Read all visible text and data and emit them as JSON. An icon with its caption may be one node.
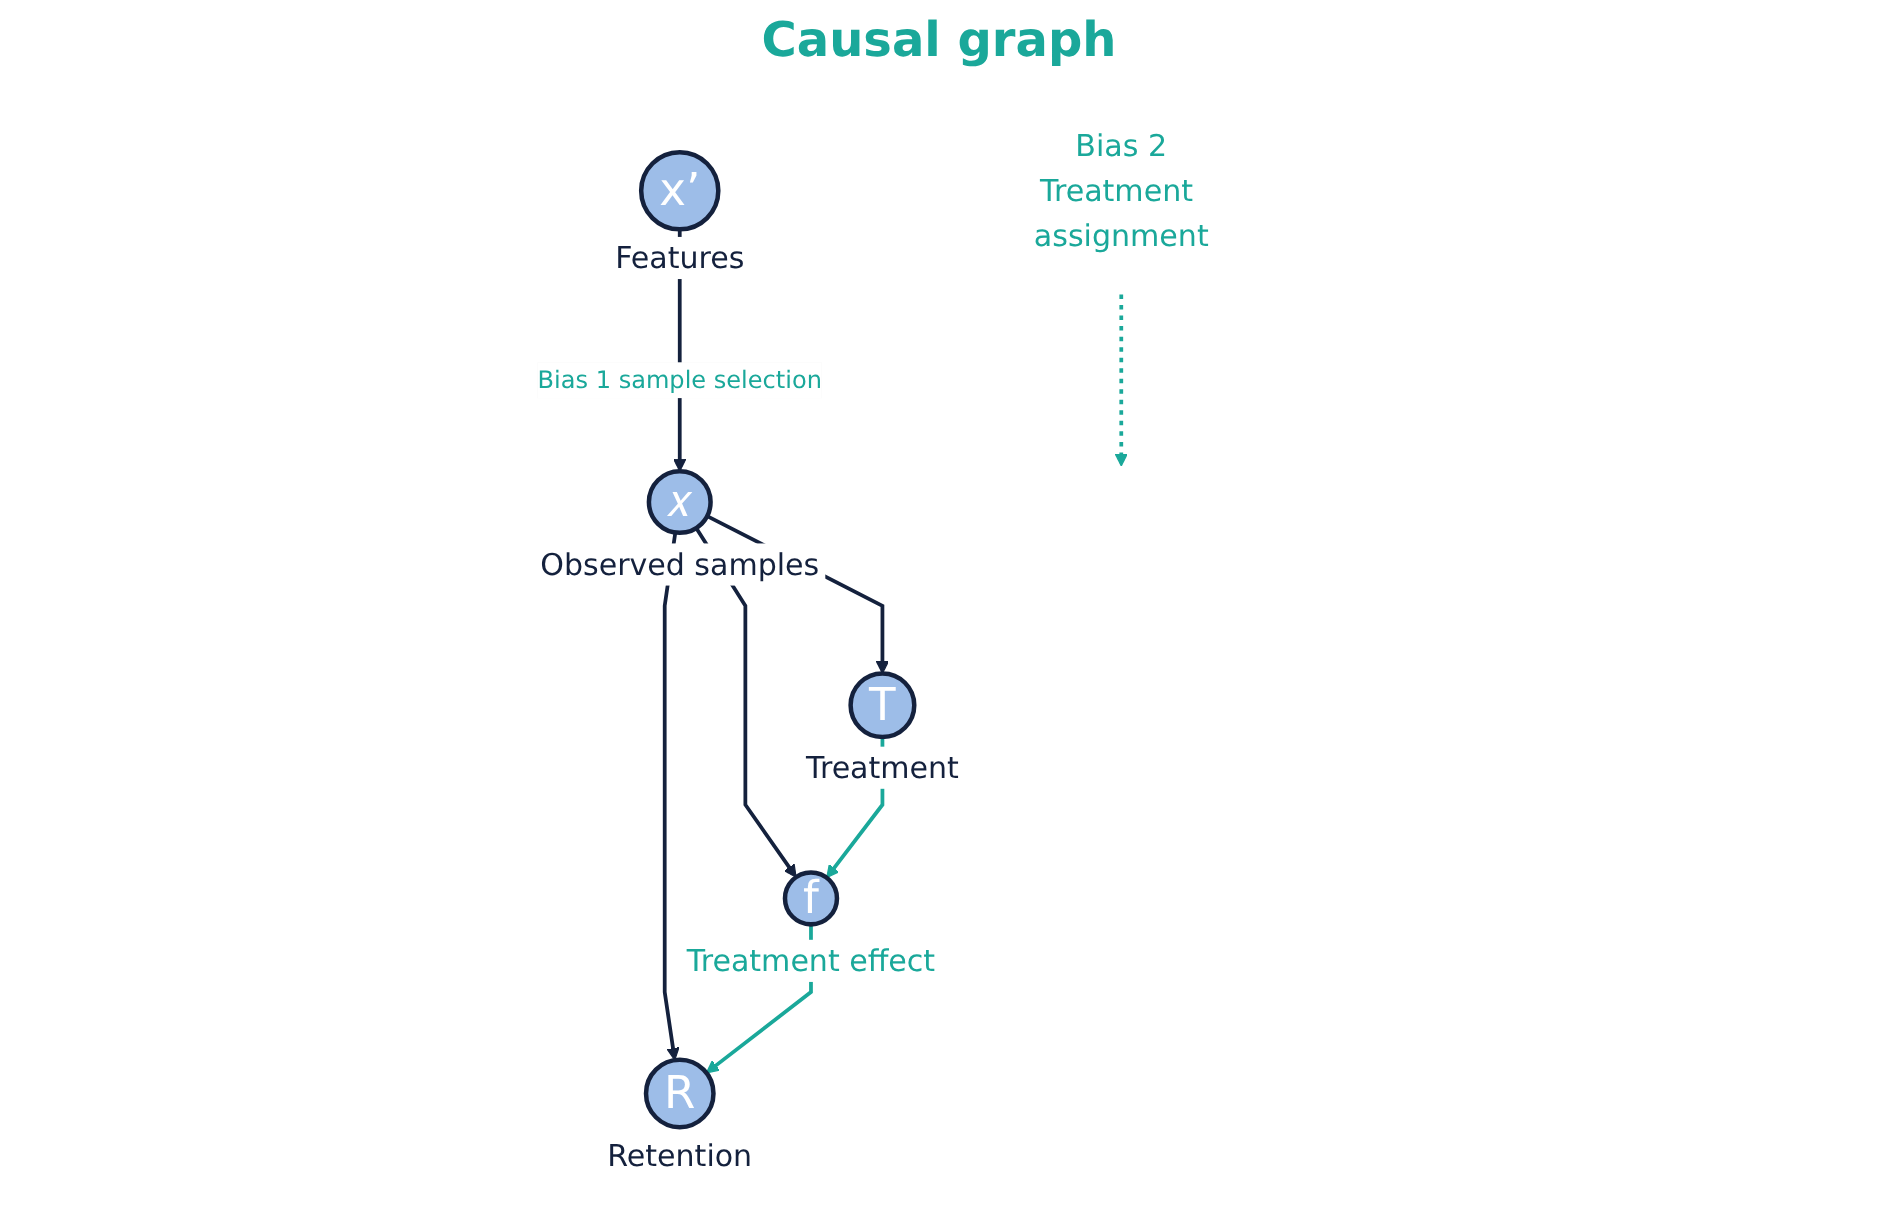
{
  "diagram": {
    "title": "Causal graph",
    "nodes": [
      {
        "text": [
          "x’"
        ],
        "beside": [
          "Features"
        ]
      },
      {
        "text": [
          "𝑥"
        ],
        "beside": [
          "Observed samples"
        ]
      },
      {
        "text": [
          "T"
        ],
        "beside": [
          "Treatment"
        ]
      },
      {
        "text": [
          "f"
        ],
        "beside": [
          "Treatment effect"
        ]
      },
      {
        "text": [
          "R"
        ],
        "beside": [
          "Retention"
        ]
      },
      {
        "text": [
          "Bias 2",
          "Treatment assignment"
        ]
      }
    ],
    "edges": [
      {
        "from": 0,
        "to": 1,
        "arrow": "to",
        "label": "Bias 1 sample selection"
      },
      {
        "from": 1,
        "to": 2,
        "arrow": "to"
      },
      {
        "from": 1,
        "to": 3,
        "arrow": "to"
      },
      {
        "from": 1,
        "to": 4,
        "arrow": "to"
      },
      {
        "from": 2,
        "to": 3,
        "arrow": "to",
        "color": "#1aa89a"
      },
      {
        "from": 3,
        "to": 4,
        "arrow": "to",
        "color": "#1aa89a"
      },
      {
        "from": 5,
        "to": null,
        "arrow": "to",
        "style": "dashed",
        "color": "#1aa89a"
      }
    ]
  }
}
